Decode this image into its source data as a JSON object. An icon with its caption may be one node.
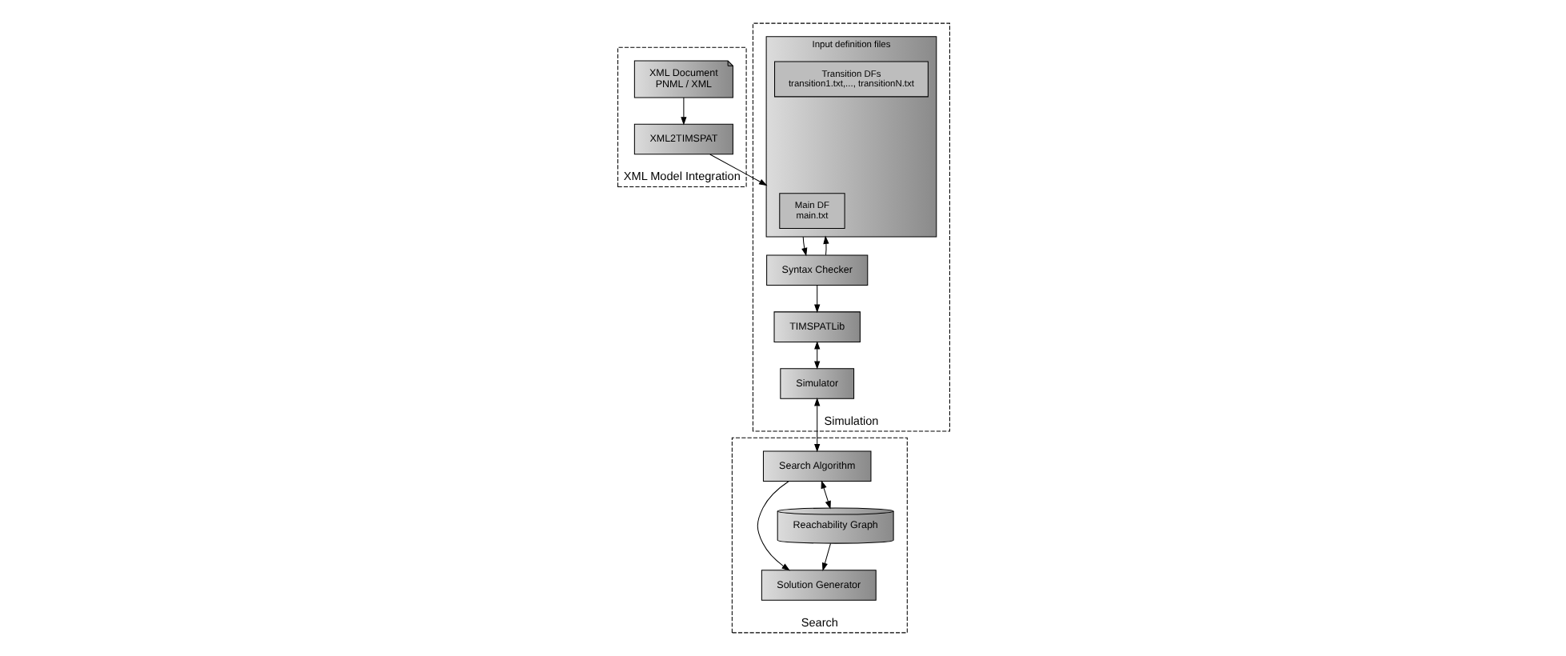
{
  "diagram": {
    "nodes": [
      {
        "text": [
          "XML Model Integration"
        ]
      },
      {
        "text": [
          "XML Document",
          "PNML / XML"
        ],
        "in": 0
      },
      {
        "text": [
          "XML2TIMSPAT"
        ],
        "in": 0
      },
      {
        "text": [
          "Simulation"
        ]
      },
      {
        "text": [
          "Input definition files"
        ],
        "in": 3
      },
      {
        "text": [
          "Main DF",
          "main.txt"
        ],
        "in": 4
      },
      {
        "text": [
          "Transition DFs",
          "transition1.txt,..., transitionN.txt"
        ],
        "in": 4
      },
      {
        "text": [
          "Syntax Checker"
        ],
        "in": 3
      },
      {
        "text": [
          "TIMSPATLib"
        ],
        "in": 3
      },
      {
        "text": [
          "Simulator"
        ],
        "in": 3
      },
      {
        "text": [
          "Search"
        ]
      },
      {
        "text": [
          "Search Algorithm"
        ],
        "in": 10
      },
      {
        "text": [
          "Solution Generator"
        ],
        "in": 10
      },
      {
        "text": [
          "Reachability Graph"
        ],
        "in": 10
      }
    ],
    "edges": [
      {
        "from": 1,
        "to": 2,
        "arrow": "to"
      },
      {
        "from": 2,
        "to": 4,
        "arrow": "to"
      },
      {
        "from": 4,
        "to": 7,
        "arrow": "to"
      },
      {
        "from": 7,
        "to": 4,
        "arrow": "to"
      },
      {
        "from": 7,
        "to": 8,
        "arrow": "to"
      },
      {
        "from": 8,
        "to": 9,
        "arrow": "both"
      },
      {
        "from": 9,
        "to": 11,
        "arrow": "both"
      },
      {
        "from": 11,
        "to": 12,
        "arrow": "to"
      },
      {
        "from": 13,
        "to": 12,
        "arrow": "to"
      },
      {
        "from": 11,
        "to": 13,
        "arrow": "both"
      }
    ]
  }
}
